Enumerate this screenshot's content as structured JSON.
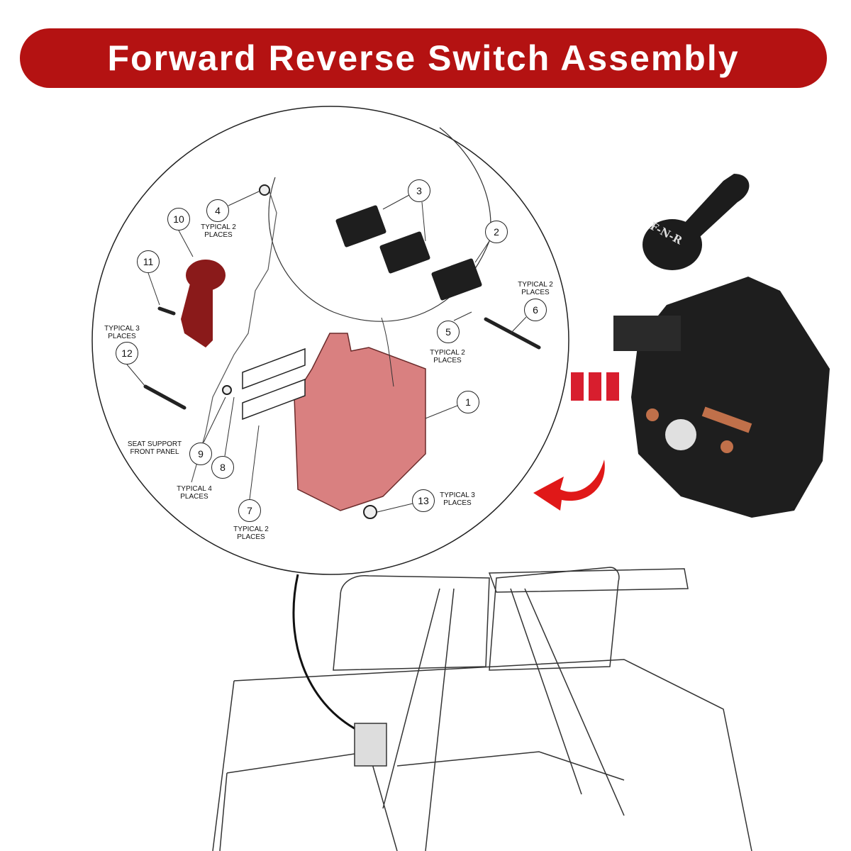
{
  "title": "Forward Reverse Switch Assembly",
  "colors": {
    "banner": "#b41212",
    "highlight": "#d98080",
    "arrow": "#e01818",
    "part_black": "#1e1e1e",
    "copper": "#c0704a"
  },
  "callouts": [
    "1",
    "2",
    "3",
    "4",
    "5",
    "6",
    "7",
    "8",
    "9",
    "10",
    "11",
    "12",
    "13"
  ],
  "notes": {
    "n4": "Typical 2\nPlaces",
    "n6": "Typical 2\nPlaces",
    "n12": "Typical 3\nPlaces",
    "n5": "Typical 2\nPlaces",
    "seat": "Seat Support\nFront Panel",
    "n9": "Typical 4\nPlaces",
    "n7": "Typical 2\nPlaces",
    "n13": "Typical 3\nPlaces"
  },
  "knob_label": "F-N-R"
}
